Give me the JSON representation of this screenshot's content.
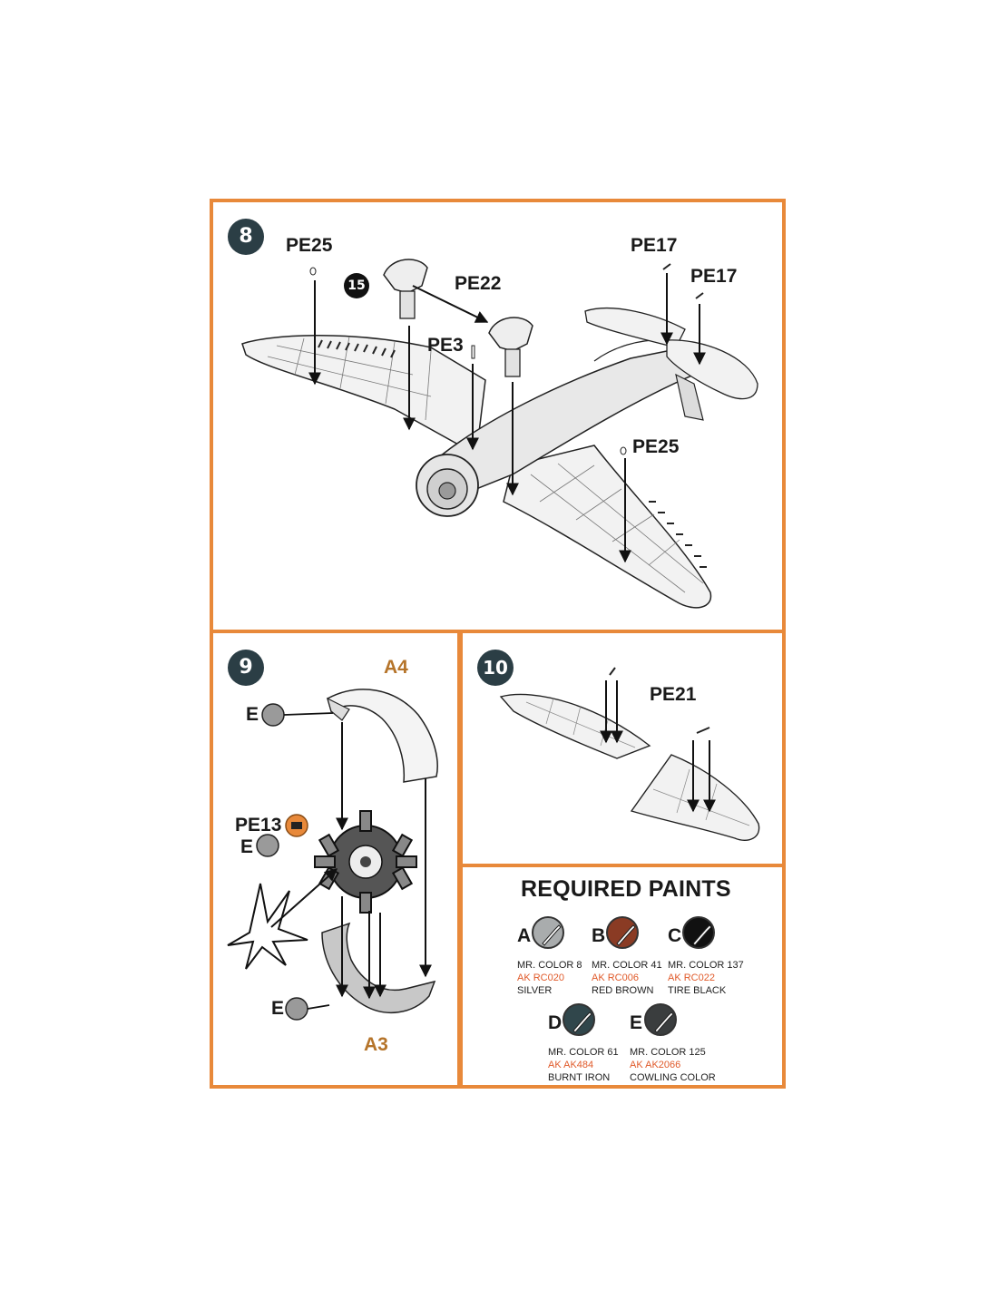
{
  "step8": {
    "number": "8",
    "callout": "15",
    "labels": {
      "pe25_a": "PE25",
      "pe22": "PE22",
      "pe3": "PE3",
      "pe17_a": "PE17",
      "pe17_b": "PE17",
      "pe25_b": "PE25"
    }
  },
  "step9": {
    "number": "9",
    "labels": {
      "a4": "A4",
      "a3": "A3",
      "pe13": "PE13",
      "e1": "E",
      "e2": "E",
      "e3": "E"
    }
  },
  "step10": {
    "number": "10",
    "labels": {
      "pe21": "PE21"
    }
  },
  "paints": {
    "title": "REQUIRED PAINTS",
    "items": [
      {
        "letter": "A",
        "color": "#a9acad",
        "line1": "MR. COLOR 8",
        "line2": "AK RC020",
        "line3": "SILVER"
      },
      {
        "letter": "B",
        "color": "#8a3b24",
        "line1": "MR. COLOR 41",
        "line2": "AK RC006",
        "line3": "RED BROWN"
      },
      {
        "letter": "C",
        "color": "#111111",
        "line1": "MR. COLOR 137",
        "line2": "AK RC022",
        "line3": "TIRE BLACK"
      },
      {
        "letter": "D",
        "color": "#30464b",
        "line1": "MR. COLOR 61",
        "line2": "AK AK484",
        "line3": "BURNT IRON"
      },
      {
        "letter": "E",
        "color": "#3a3d3e",
        "line1": "MR. COLOR 125",
        "line2": "AK AK2066",
        "line3": "COWLING COLOR"
      }
    ]
  },
  "colors": {
    "frame": "#e8893a",
    "step_badge": "#2b3e45",
    "ak_code": "#e05a2a",
    "pe13_badge": "#e8893a"
  }
}
